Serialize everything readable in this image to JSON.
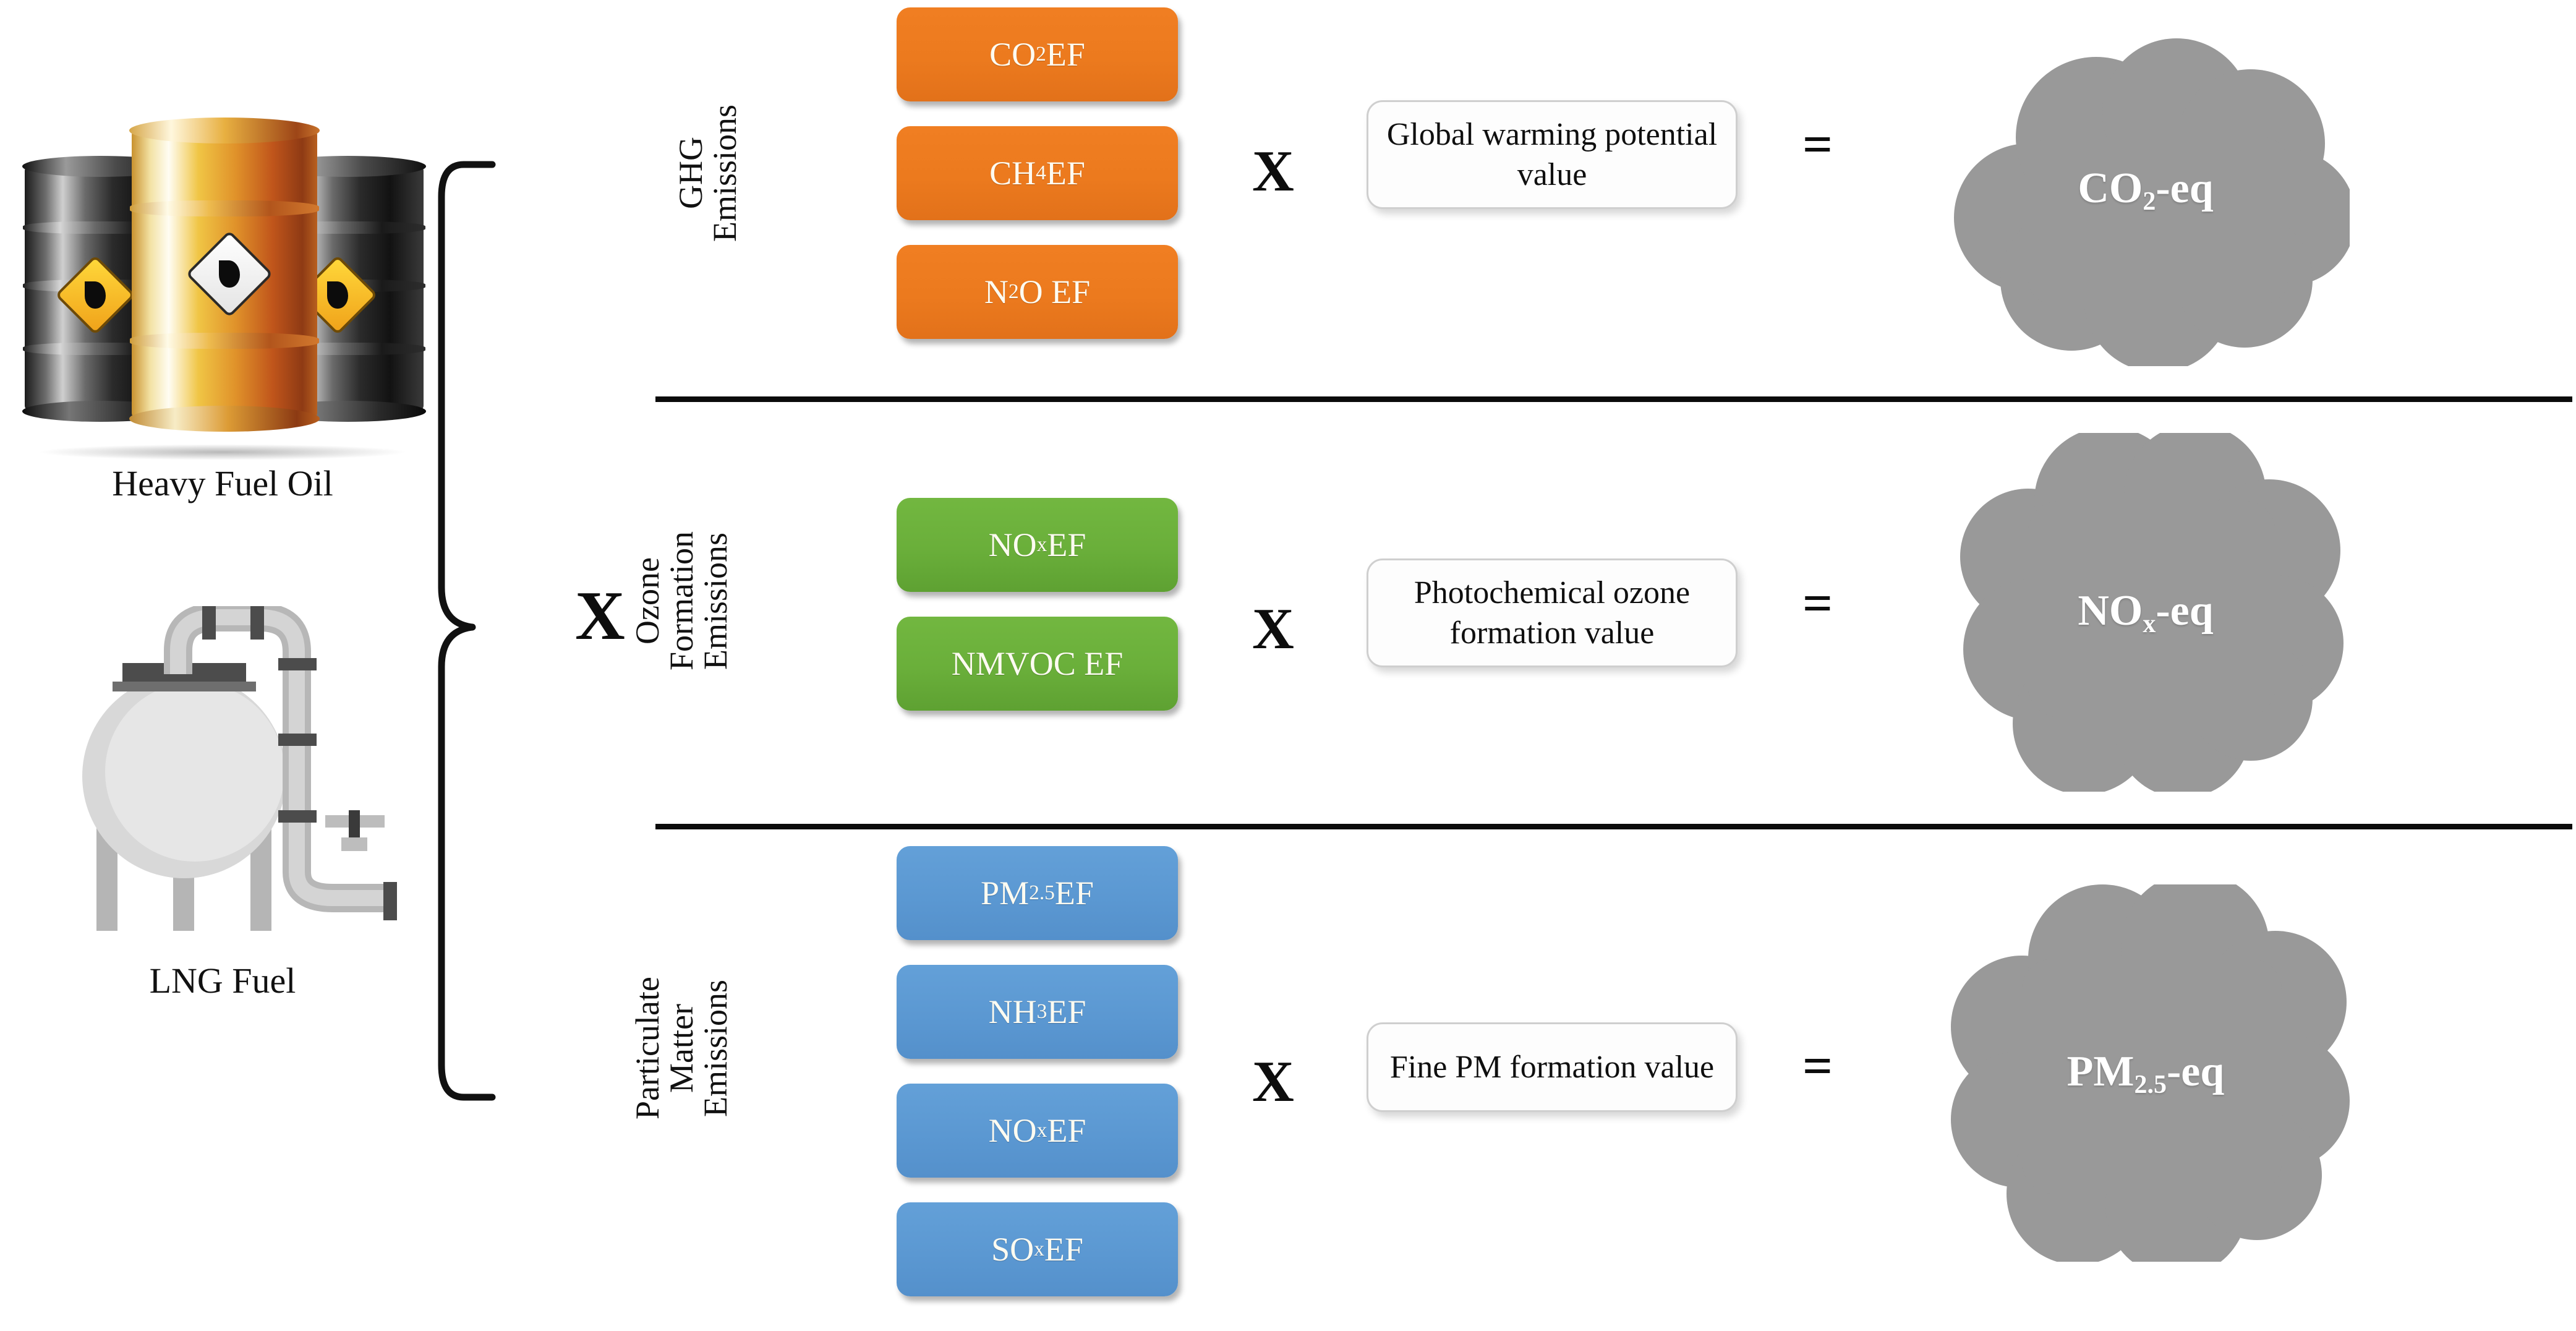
{
  "fuels": [
    {
      "id": "heavy-fuel-oil",
      "label": "Heavy Fuel Oil",
      "icon": "oil-drums-icon"
    },
    {
      "id": "lng-fuel",
      "label": "LNG Fuel",
      "icon": "lng-tank-icon"
    }
  ],
  "operators": {
    "multiply": "X",
    "equals": "=",
    "brace": "right-curly-brace"
  },
  "rows": [
    {
      "id": "ghg",
      "category_label": "GHG\nEmissions",
      "accent": "#EC7A1E",
      "factors": [
        {
          "text": "CO2 EF",
          "base": "CO",
          "sub": "2",
          "tail": " EF"
        },
        {
          "text": "CH4 EF",
          "base": "CH",
          "sub": "4",
          "tail": " EF"
        },
        {
          "text": "N2O EF",
          "base": "N",
          "sub": "2",
          "tail": "O EF"
        }
      ],
      "characterization": "Global warming potential value",
      "result": {
        "text": "CO2-eq",
        "base": "CO",
        "sub": "2",
        "tail": "-eq"
      }
    },
    {
      "id": "ozone-formation",
      "category_label": "Ozone\nFormation\nEmissions",
      "accent": "#6AAF3A",
      "factors": [
        {
          "text": "NOx EF",
          "base": "NO",
          "sub": "x",
          "tail": " EF"
        },
        {
          "text": "NMVOC EF",
          "base": "NMVOC EF",
          "sub": "",
          "tail": ""
        }
      ],
      "characterization": "Photochemical ozone formation value",
      "result": {
        "text": "NOx-eq",
        "base": "NO",
        "sub": "x",
        "tail": "-eq"
      }
    },
    {
      "id": "particulate-matter",
      "category_label": "Particulate\nMatter\nEmissions",
      "accent": "#5B98D2",
      "factors": [
        {
          "text": "PM2.5 EF",
          "base": "PM",
          "sub": "2.5",
          "tail": " EF"
        },
        {
          "text": "NH3 EF",
          "base": "NH",
          "sub": "3",
          "tail": " EF"
        },
        {
          "text": "NOx EF",
          "base": "NO",
          "sub": "x",
          "tail": " EF"
        },
        {
          "text": "SOx EF",
          "base": "SO",
          "sub": "x",
          "tail": " EF"
        }
      ],
      "characterization": "Fine PM formation value",
      "result": {
        "text": "PM2.5-eq",
        "base": "PM",
        "sub": "2.5",
        "tail": "-eq"
      }
    }
  ],
  "colors": {
    "cloud": "#999999",
    "divider": "#0B0B0B",
    "text": "#111111",
    "box_text": "#FDFBF1"
  }
}
